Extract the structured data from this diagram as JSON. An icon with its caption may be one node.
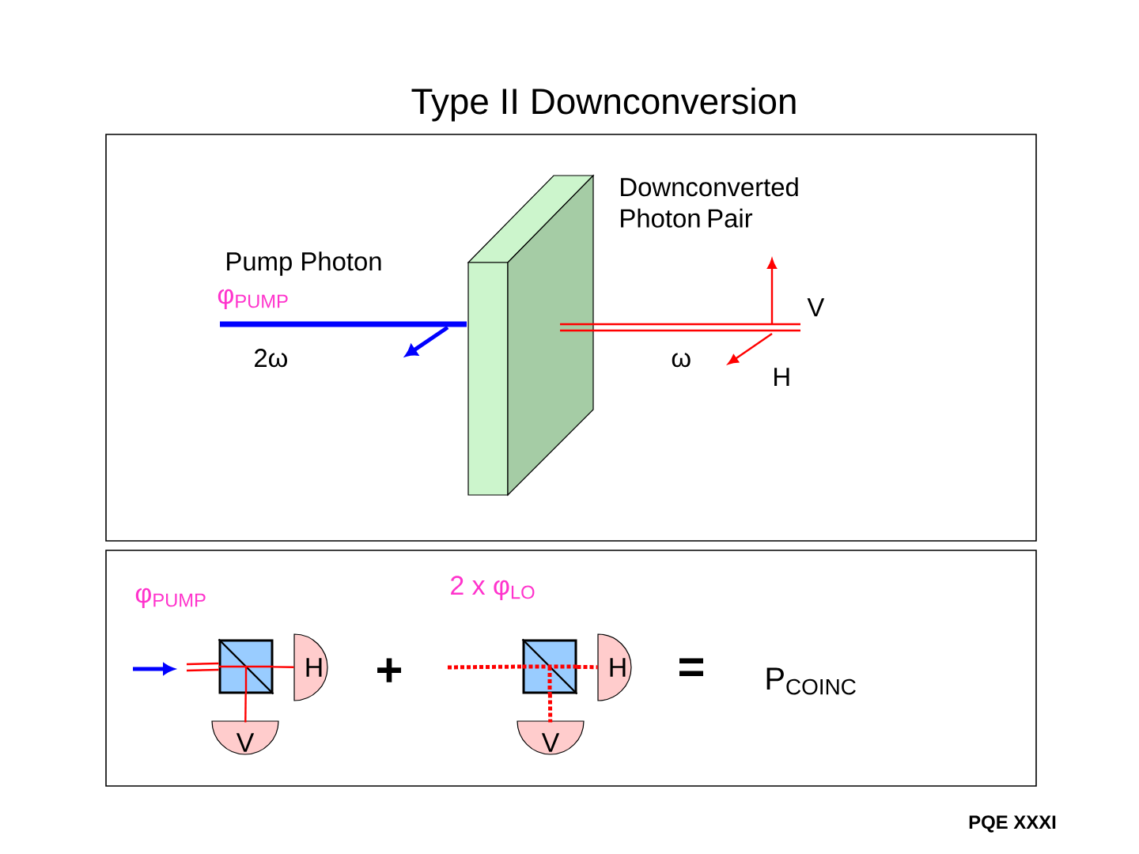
{
  "diagram": {
    "title": "Type II Downconversion",
    "nodes": [
      {
        "text": [],
        "shape": "box"
      },
      {
        "text": [
          "H"
        ]
      },
      {
        "text": [
          "V"
        ]
      },
      {
        "text": [],
        "shape": "box"
      },
      {
        "text": [
          "H"
        ]
      },
      {
        "text": [
          "V"
        ]
      }
    ],
    "edges": [
      {
        "from": null,
        "to": 0,
        "arrow": "none"
      },
      {
        "from": 0,
        "to": 1,
        "arrow": "none"
      },
      {
        "from": 0,
        "to": 2,
        "arrow": "none"
      },
      {
        "from": null,
        "to": 3,
        "arrow": "none",
        "style": "dashed"
      },
      {
        "from": 3,
        "to": 4,
        "arrow": "none",
        "style": "dashed"
      },
      {
        "from": 3,
        "to": 5,
        "arrow": "none",
        "style": "dashed"
      }
    ],
    "labels": [
      "Downconverted Photon Pair",
      "Pump Photon",
      "φ$_{PUMP}$",
      "2ω",
      "ω",
      "V",
      "H",
      "φ$_{PUMP}$",
      "2 x φ$_{LO}$",
      "+",
      "=",
      "P$_{COINC}$",
      "PQE XXXI"
    ]
  }
}
